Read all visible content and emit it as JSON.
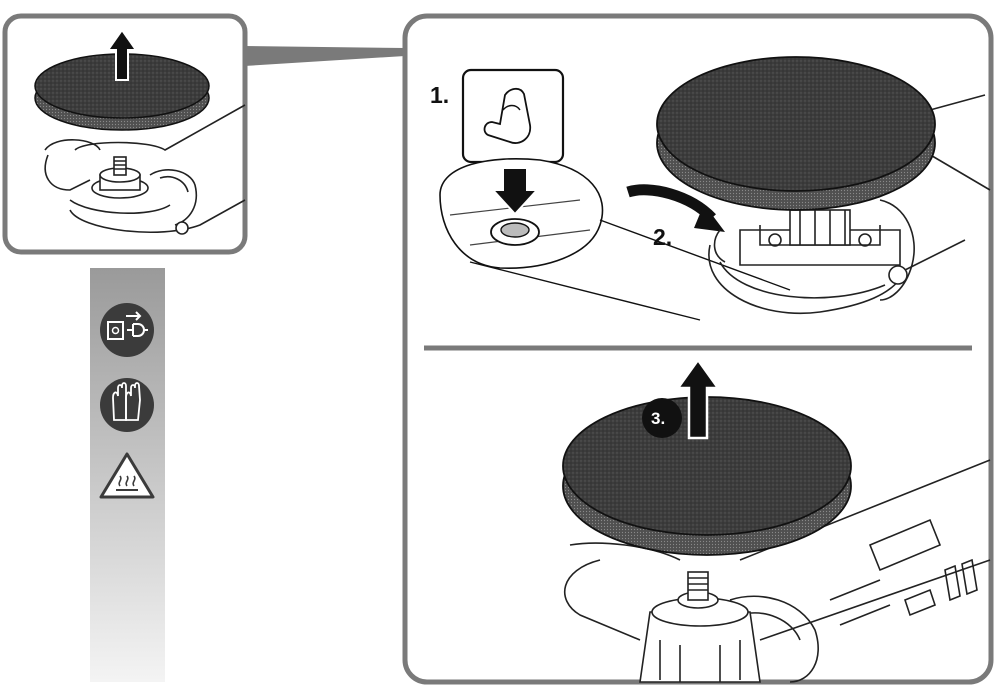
{
  "steps": {
    "step1": "1.",
    "step2": "2.",
    "step3": "3."
  },
  "icons": [
    "unplug-power-icon",
    "wear-gloves-icon",
    "hot-surface-warning-icon"
  ],
  "colors": {
    "pad": "#3a3a3a",
    "pad_edge": "#555555",
    "frame": "#7a7a7a",
    "symbol_circle": "#3b3b3b",
    "symbol_bar_top": "#9c9c9c",
    "symbol_bar_bottom": "#f2f2f2"
  }
}
